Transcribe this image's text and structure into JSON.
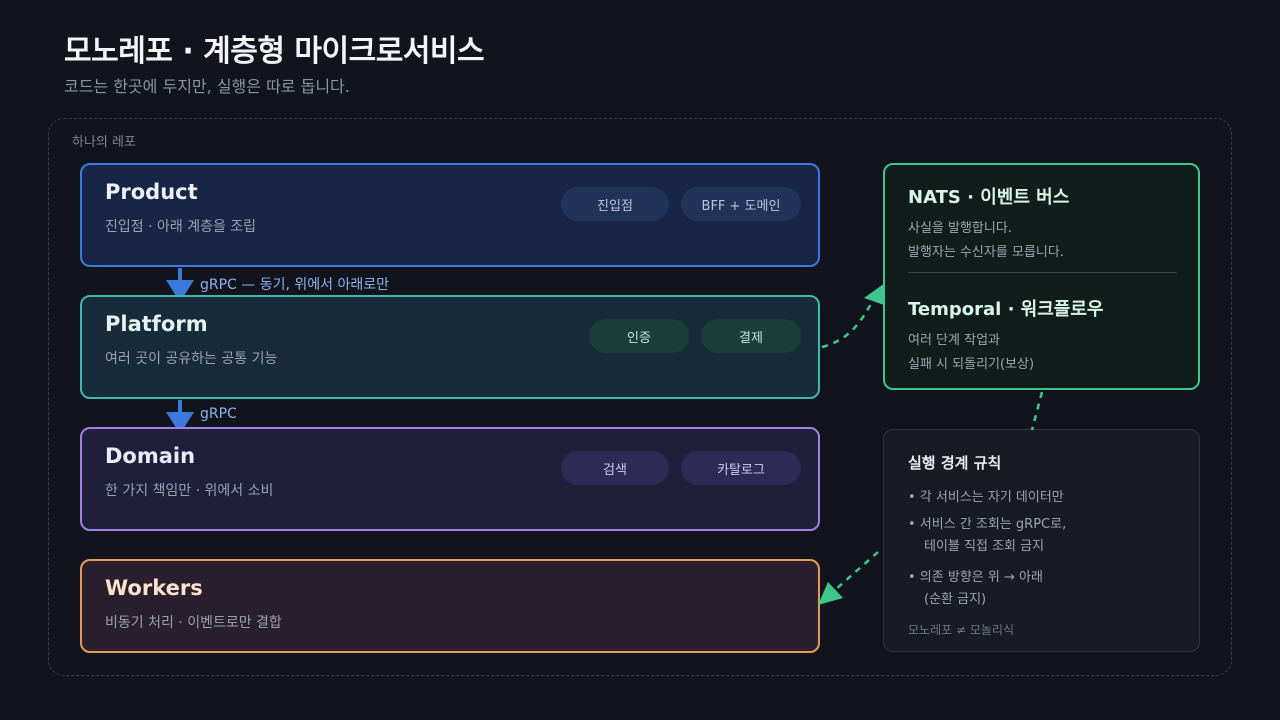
{
  "header": {
    "title": "모노레포 · 계층형 마이크로서비스",
    "subtitle": "코드는 한곳에 두지만, 실행은 따로 돕니다."
  },
  "repo": {
    "label": "하나의 레포"
  },
  "layers": {
    "product": {
      "name": "Product",
      "desc": "진입점 · 아래 계층을 조립",
      "tags": [
        "진입점",
        "BFF + 도메인"
      ]
    },
    "platform": {
      "name": "Platform",
      "desc": "여러 곳이 공유하는 공통 기능",
      "tags": [
        "인증",
        "결제"
      ]
    },
    "domain": {
      "name": "Domain",
      "desc": "한 가지 책임만 · 위에서 소비",
      "tags": [
        "검색",
        "카탈로그"
      ]
    },
    "workers": {
      "name": "Workers",
      "desc": "비동기 처리 · 이벤트로만 결합"
    }
  },
  "connectors": {
    "product_platform": "gRPC — 동기, 위에서 아래로만",
    "platform_domain": "gRPC"
  },
  "messaging": {
    "nats": {
      "title": "NATS · 이벤트 버스",
      "lines": [
        "사실을 발행합니다.",
        "발행자는 수신자를 모릅니다."
      ]
    },
    "temporal": {
      "title": "Temporal · 워크플로우",
      "lines": [
        "여러 단계 작업과",
        "실패 시 되돌리기(보상)"
      ]
    }
  },
  "rules": {
    "title": "실행 경계 규칙",
    "items": [
      "• 각 서비스는 자기 데이터만",
      "• 서비스 간 조회는 gRPC로,",
      "테이블 직접 조회 금지",
      "• 의존 방향은 위 → 아래",
      "(순환 금지)"
    ],
    "note": "모노레포 ≠ 모놀리식"
  },
  "colors": {
    "background": "#12141d",
    "product": "#3f79e0",
    "platform": "#3fb6ae",
    "domain": "#9e82e4",
    "workers": "#e59a5c",
    "events": "#3ec78b",
    "grpc_arrow": "#3b79dd"
  }
}
